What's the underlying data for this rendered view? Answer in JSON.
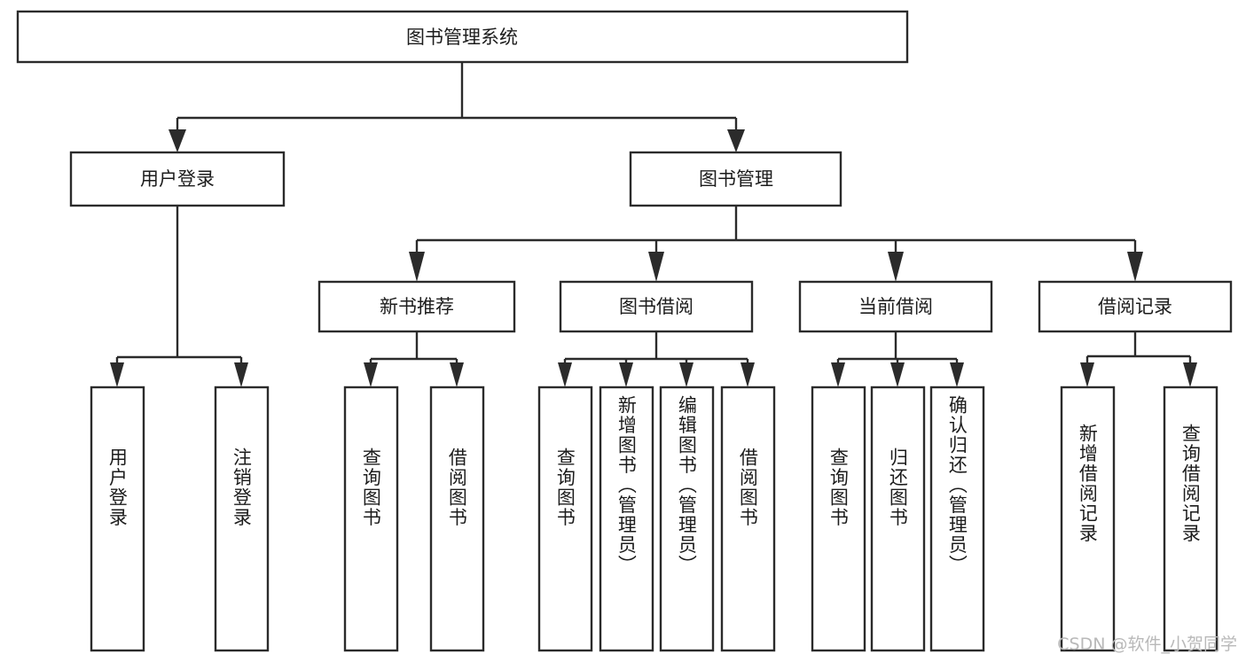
{
  "diagram": {
    "title": "图书管理系统",
    "type": "tree",
    "watermark": "CSDN @软件_小贺同学",
    "colors": {
      "background": "#ffffff",
      "stroke": "#2b2b2b",
      "node_fill": "#ffffff",
      "text": "#1c1c1c",
      "watermark": "#b9b9b9"
    },
    "nodes": {
      "root": {
        "label": "图书管理系统"
      },
      "level2": [
        {
          "label": "用户登录"
        },
        {
          "label": "图书管理"
        }
      ],
      "level3": [
        {
          "label": "新书推荐"
        },
        {
          "label": "图书借阅"
        },
        {
          "label": "当前借阅"
        },
        {
          "label": "借阅记录"
        }
      ],
      "leaves": {
        "user_login": [
          {
            "label": "用户登录"
          },
          {
            "label": "注销登录"
          }
        ],
        "new_book": [
          {
            "label": "查询图书"
          },
          {
            "label": "借阅图书"
          }
        ],
        "book_borrow": [
          {
            "label": "查询图书"
          },
          {
            "label": "新增图书（管理员）"
          },
          {
            "label": "编辑图书（管理员）"
          },
          {
            "label": "借阅图书"
          }
        ],
        "current_borrow": [
          {
            "label": "查询图书"
          },
          {
            "label": "归还图书"
          },
          {
            "label": "确认归还（管理员）"
          }
        ],
        "borrow_record": [
          {
            "label": "新增借阅记录"
          },
          {
            "label": "查询借阅记录"
          }
        ]
      }
    }
  }
}
